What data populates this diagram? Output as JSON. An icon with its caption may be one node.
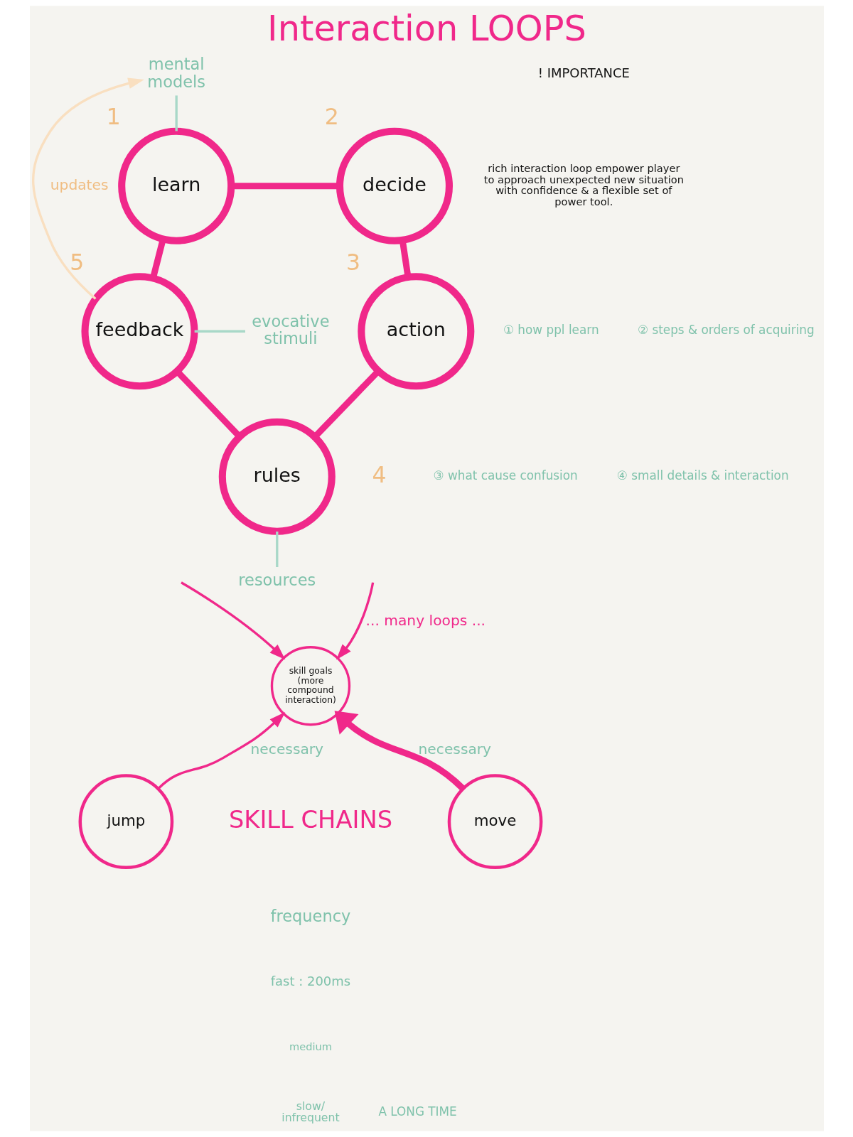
{
  "diagram": {
    "title": "Interaction LOOPS",
    "nodes": [
      {
        "text": [
          "learn"
        ],
        "beside": [
          "1"
        ]
      },
      {
        "text": [
          "decide"
        ],
        "beside": [
          "2"
        ]
      },
      {
        "text": [
          "action"
        ],
        "beside": [
          "3"
        ]
      },
      {
        "text": [
          "rules"
        ],
        "beside": [
          "4"
        ]
      },
      {
        "text": [
          "feedback"
        ],
        "beside": [
          "5"
        ]
      },
      {
        "text": [
          "mental models"
        ]
      },
      {
        "text": [
          "evocative stimuli"
        ]
      },
      {
        "text": [
          "resources"
        ]
      },
      {
        "text": [
          "skill goals (more compound interaction)"
        ]
      },
      {
        "text": [
          "jump"
        ]
      },
      {
        "text": [
          "move"
        ]
      }
    ],
    "edges": [
      {
        "from": 0,
        "to": 1,
        "arrow": "none",
        "style": "thick"
      },
      {
        "from": 1,
        "to": 2,
        "arrow": "none",
        "style": "thick"
      },
      {
        "from": 2,
        "to": 3,
        "arrow": "none",
        "style": "thick"
      },
      {
        "from": 4,
        "to": 3,
        "arrow": "none",
        "style": "thick"
      },
      {
        "from": 0,
        "to": 4,
        "arrow": "none",
        "style": "thick"
      },
      {
        "from": 5,
        "to": 0,
        "arrow": "none",
        "color": "#a8d8c8"
      },
      {
        "from": 6,
        "to": 4,
        "arrow": "none",
        "color": "#a8d8c8"
      },
      {
        "from": 3,
        "to": 7,
        "arrow": "none",
        "color": "#a8d8c8"
      },
      {
        "from": 4,
        "to": 5,
        "arrow": "to",
        "label": "updates",
        "color": "#f9dfc0"
      },
      {
        "from": null,
        "to": 8,
        "arrow": "to"
      },
      {
        "from": null,
        "to": 8,
        "arrow": "to",
        "label": "... many loops ..."
      },
      {
        "from": 9,
        "to": 8,
        "arrow": "to",
        "label": "necessary"
      },
      {
        "from": 10,
        "to": 8,
        "arrow": "to",
        "label": "necessary",
        "style": "thick"
      }
    ],
    "labels": [
      "! IMPORTANCE",
      "rich interaction loop empower player to approach unexpected new situation with confidence & a flexible set of power tool.",
      "① how ppl learn",
      "② steps & orders of acquiring",
      "③ what cause confusion",
      "④ small details & interaction",
      "SKILL CHAINS",
      "frequency",
      "fast : 200ms",
      "medium",
      "slow/ infrequent",
      "A LONG TIME"
    ]
  }
}
